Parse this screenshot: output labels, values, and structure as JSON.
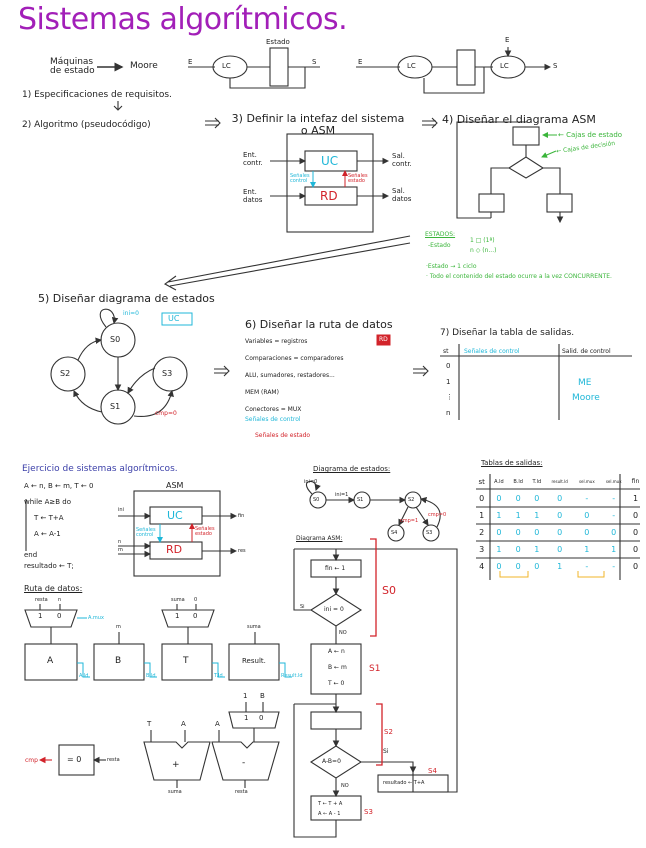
{
  "title": "Sistemas algorítmicos.",
  "intro": {
    "maquinas_label": "Máquinas de estado",
    "moore_label": "Moore",
    "estado_label": "Estado",
    "lc_label": "LC",
    "e_label": "E",
    "s_label": "S"
  },
  "steps": {
    "step1": "1) Especificaciones de requisitos.",
    "step2": "2) Algoritmo (pseudocódigo)",
    "step3": "3) Definir la intefaz del sistema o ASM",
    "step4": "4) Diseñar el diagrama ASM",
    "step5": "5) Diseñar diagrama de estados",
    "step6": "6) Diseñar la ruta de datos",
    "step7": "7) Diseñar la tabla de salidas."
  },
  "interface": {
    "uc": "UC",
    "rd": "RD",
    "ent_contr": "Ent. contr.",
    "ent_datos": "Ent. datos",
    "sal_contr": "Sal. contr.",
    "sal_datos": "Sal. datos",
    "senales_control": "Señales control",
    "senales_estado": "Señales estado"
  },
  "asm_notes": {
    "cajas_estado": "← Cajas de estado",
    "cajas_decision": "← Cajas de decisión",
    "estados_heading": "ESTADOS:",
    "estado_line": "-Estado",
    "one_box": "1 □ (1ª)",
    "n_diamond": "n ◇ (n...)",
    "estado_ciclo": "·Estado → 1 ciclo",
    "concurrente": "· Todo el contenido del estado ocurre a la vez CONCURRENTE."
  },
  "state_diagram": {
    "states": [
      "S0",
      "S1",
      "S2",
      "S3"
    ],
    "ini_label": "ini=0",
    "cmp_label": "cmp=0",
    "uc_badge": "UC"
  },
  "datapath_notes": {
    "rd_badge": "RD",
    "lines": [
      "Variables = registros",
      "Comparaciones = comparadores",
      "ALU, sumadores, restadores...",
      "MEM (RAM)",
      "Conectores = MUX"
    ],
    "control": "Señales de control",
    "estado": "Señales de estado"
  },
  "output_table_generic": {
    "headers": [
      "st",
      "Señales de control",
      "Salid. de control"
    ],
    "rows": [
      "0",
      "1",
      "⋮",
      "n"
    ],
    "me_label": "ME",
    "moore_label": "Moore"
  },
  "exercise": {
    "heading": "Ejercicio de sistemas algorítmicos.",
    "code": [
      "A ← n, B ← m, T ← 0",
      "while A≥B do",
      "T ← T+A",
      "A ← A-1",
      "end",
      "resultado ← T;"
    ],
    "asm_label": "ASM",
    "uc": "UC",
    "rd": "RD",
    "ini": "ini",
    "n": "n",
    "m": "m",
    "fin": "fin",
    "res": "res",
    "senales_control": "Señales control",
    "senales_estado": "Señales estado"
  },
  "state_diagram2": {
    "heading": "Diagrama de estados:",
    "states": [
      "S0",
      "S1",
      "S2",
      "S3",
      "S4"
    ],
    "ini_loop": "ini=0",
    "ini_one": "ini=1",
    "cmp1": "cmp=1",
    "cmp0": "cmp=0"
  },
  "outputs_table": {
    "heading": "Tablas de salidas:",
    "headers": [
      "st",
      "A.ld",
      "B.ld",
      "T.ld",
      "result.ld",
      "sel.mux",
      "sel.mux",
      "fin"
    ],
    "rows": [
      [
        "0",
        "0",
        "0",
        "0",
        "0",
        "-",
        "-",
        "1"
      ],
      [
        "1",
        "1",
        "1",
        "1",
        "0",
        "0",
        "-",
        "0"
      ],
      [
        "2",
        "0",
        "0",
        "0",
        "0",
        "0",
        "0",
        "0"
      ],
      [
        "3",
        "1",
        "0",
        "1",
        "0",
        "1",
        "1",
        "0"
      ],
      [
        "4",
        "0",
        "0",
        "0",
        "1",
        "-",
        "-",
        "0"
      ]
    ]
  },
  "datapath": {
    "heading": "Ruta de datos:",
    "mux_a_in": [
      "resta",
      "n"
    ],
    "mux_a_sel": "A.mux",
    "mux_t_in": [
      "suma",
      "0"
    ],
    "mux_sel_vals": [
      "1",
      "0"
    ],
    "b_in": "m",
    "result_in": "suma",
    "reg_a": "A",
    "reg_b": "B",
    "reg_t": "T",
    "reg_res": "Result.",
    "a_ld": "A.ld",
    "b_ld": "B.ld",
    "t_ld": "T.ld",
    "res_ld": "Result.ld",
    "cmp_out": "cmp",
    "zero_box": "= 0",
    "zero_in": "resta",
    "adder_in": [
      "T",
      "A"
    ],
    "adder_op": "+",
    "adder_out": "suma",
    "sub_in": "A",
    "sub_op": "-",
    "sub_out": "resta",
    "mux_sub_in": [
      "1",
      "B"
    ]
  },
  "asm_diagram": {
    "heading": "Diagrama ASM:",
    "fin_box": "fin ← 1",
    "ini_cond": "ini = 0",
    "si": "Si",
    "no": "NO",
    "s1_box": [
      "A ← n",
      "B ← m",
      "T ← 0"
    ],
    "cond2": "A-B=0",
    "s3_box": [
      "T ← T + A",
      "A ← A - 1"
    ],
    "s4_box": "resultado ← T+A",
    "labels": [
      "S0",
      "S1",
      "S2",
      "S3",
      "S4"
    ]
  },
  "colors": {
    "title": "#a21fb8",
    "cyan": "#1fb7d8",
    "red": "#d2232a",
    "green": "#3ab53a",
    "blue": "#3b3fa8",
    "orange": "#f0b429"
  }
}
